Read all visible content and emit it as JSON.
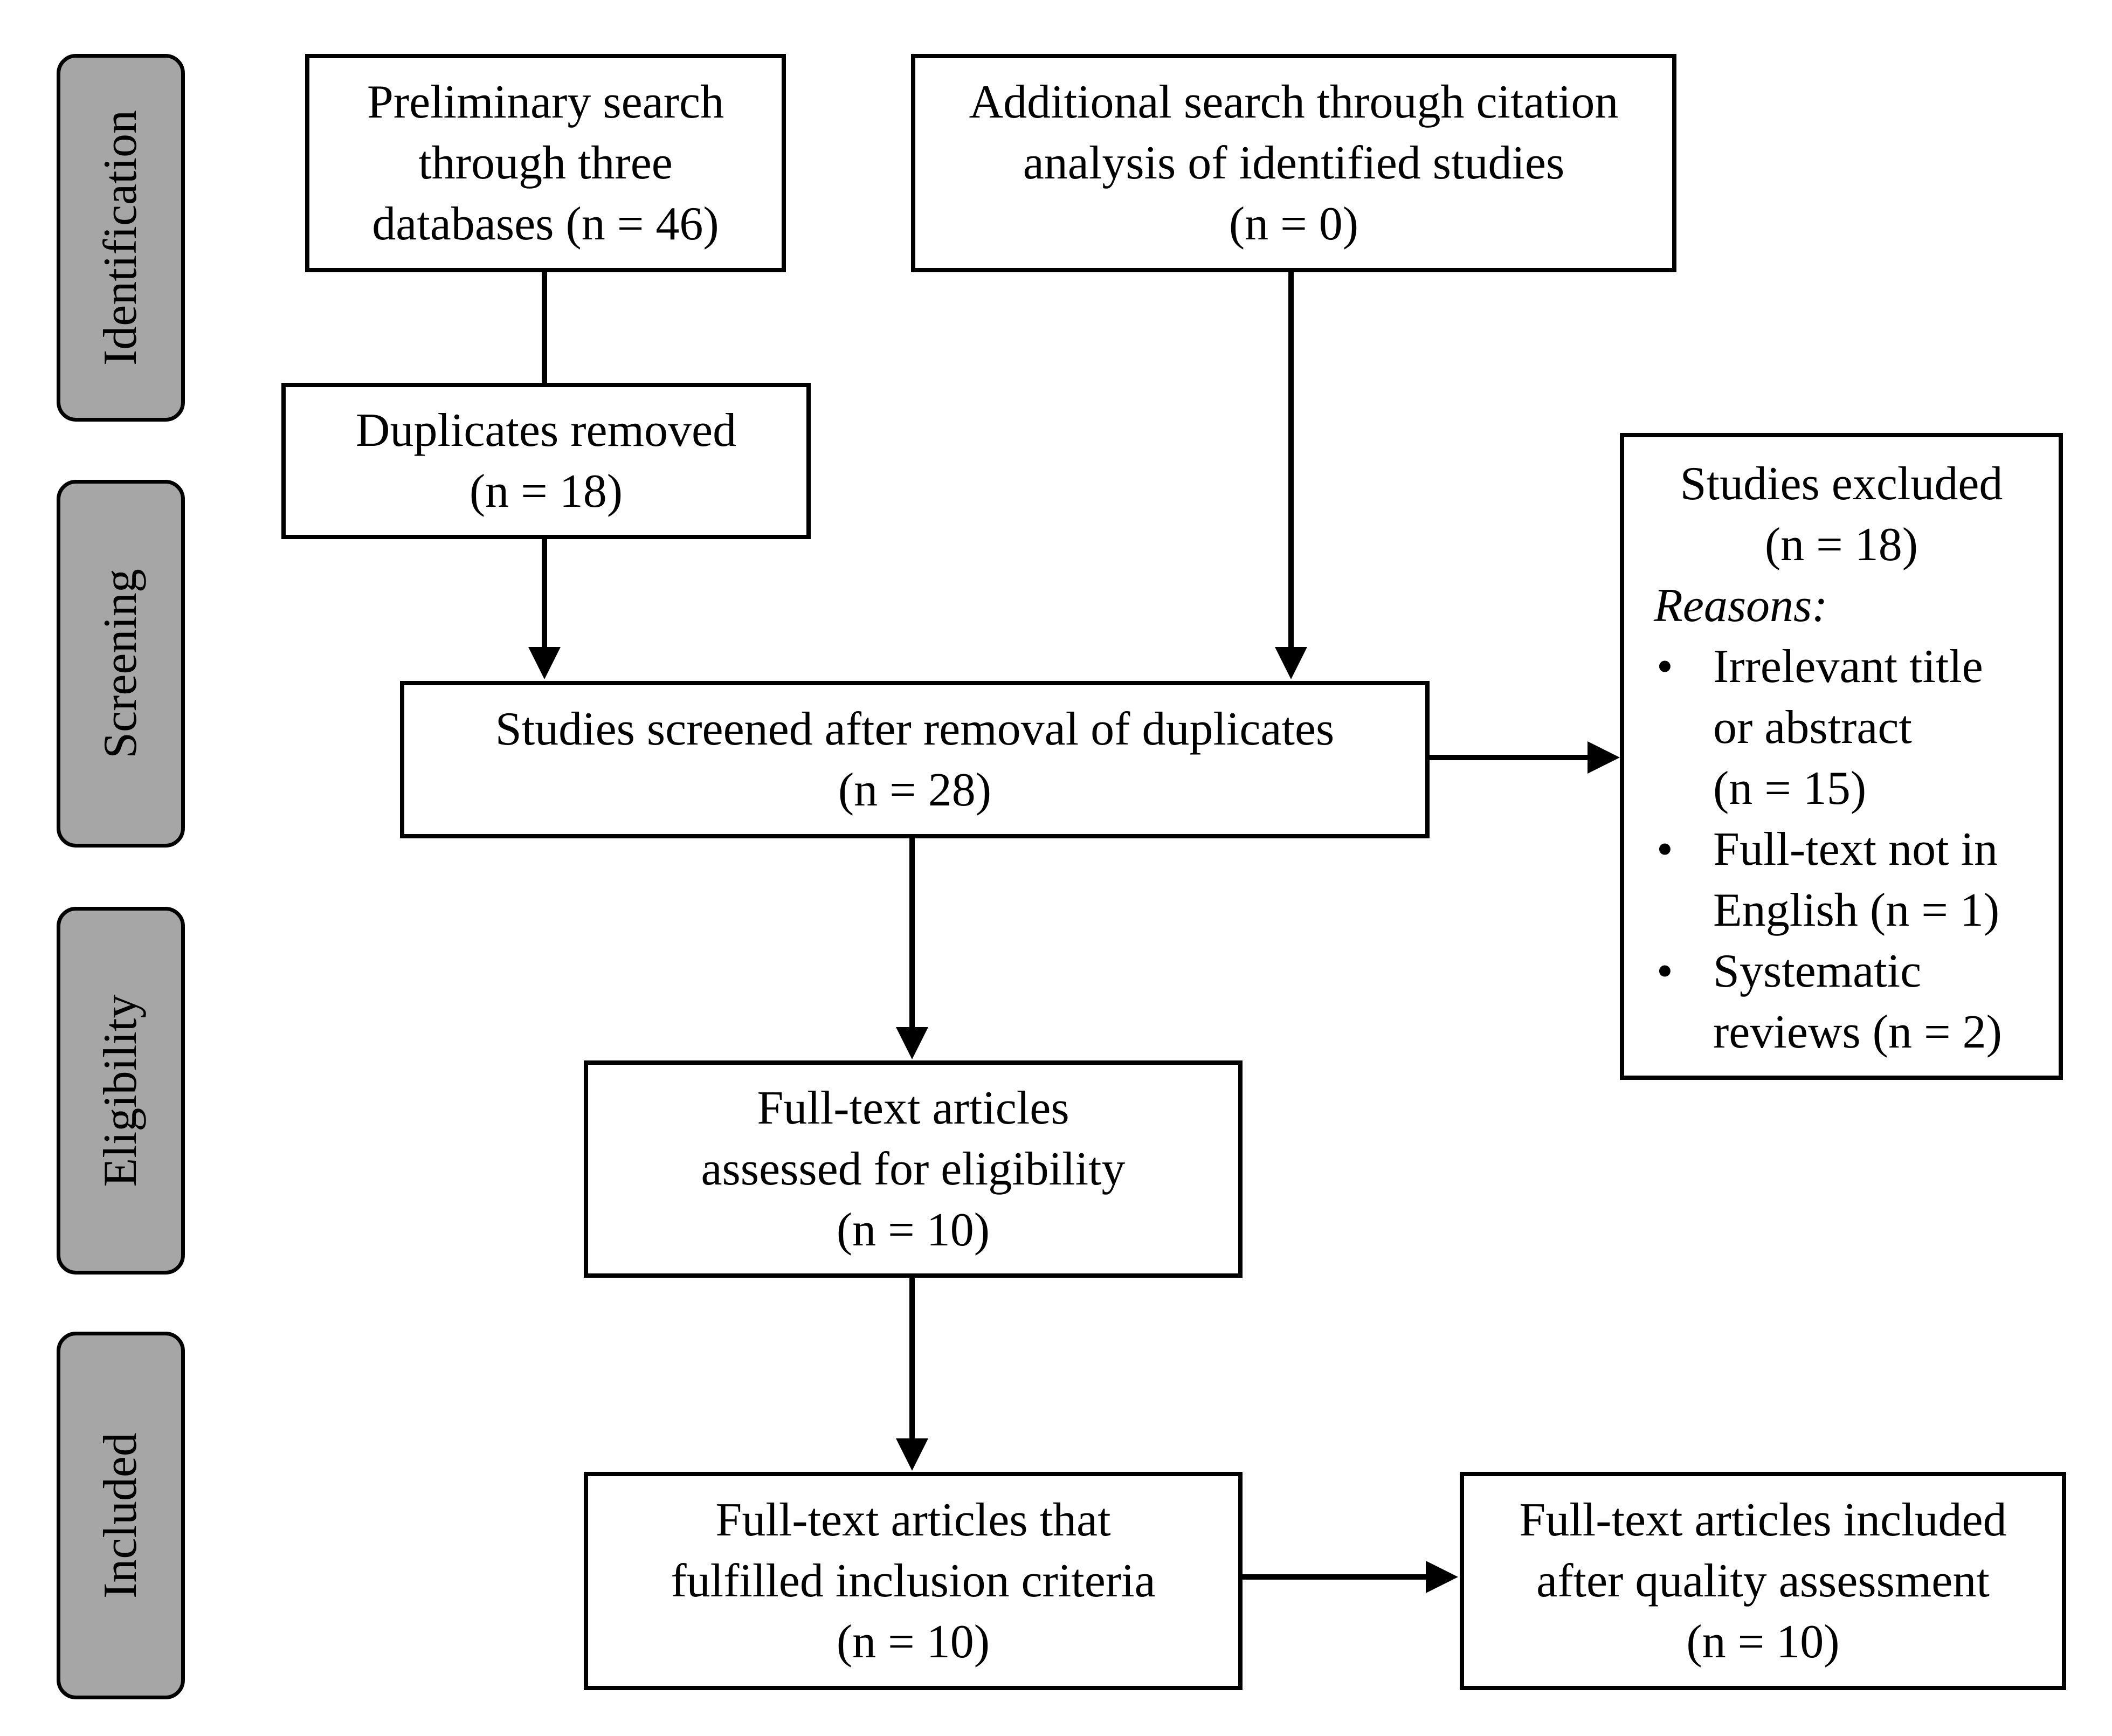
{
  "stages": {
    "identification": "Identification",
    "screening": "Screening",
    "eligibility": "Eligibility",
    "included": "Included"
  },
  "boxes": {
    "preliminary_search": {
      "lines": [
        "Preliminary search",
        "through three",
        "databases (n = 46)"
      ]
    },
    "additional_search": {
      "lines": [
        "Additional search through citation",
        "analysis of identified studies",
        "(n = 0)"
      ]
    },
    "duplicates_removed": {
      "lines": [
        "Duplicates removed",
        "(n = 18)"
      ]
    },
    "studies_screened": {
      "lines": [
        "Studies screened after removal of duplicates",
        "(n = 28)"
      ]
    },
    "full_text_assessed": {
      "lines": [
        "Full-text articles",
        "assessed for eligibility",
        "(n = 10)"
      ]
    },
    "inclusion_criteria": {
      "lines": [
        "Full-text articles that",
        "fulfilled inclusion criteria",
        "(n = 10)"
      ]
    },
    "quality_assessment": {
      "lines": [
        "Full-text articles included",
        "after quality assessment",
        "(n = 10)"
      ]
    }
  },
  "excluded": {
    "title": "Studies excluded",
    "count": "(n = 18)",
    "reasons_label": "Reasons:",
    "bullet": "•",
    "items": [
      {
        "lines": [
          "Irrelevant title",
          "or abstract",
          "(n = 15)"
        ]
      },
      {
        "lines": [
          "Full-text not in",
          "English (n = 1)"
        ]
      },
      {
        "lines": [
          "Systematic",
          "reviews (n = 2)"
        ]
      }
    ]
  }
}
